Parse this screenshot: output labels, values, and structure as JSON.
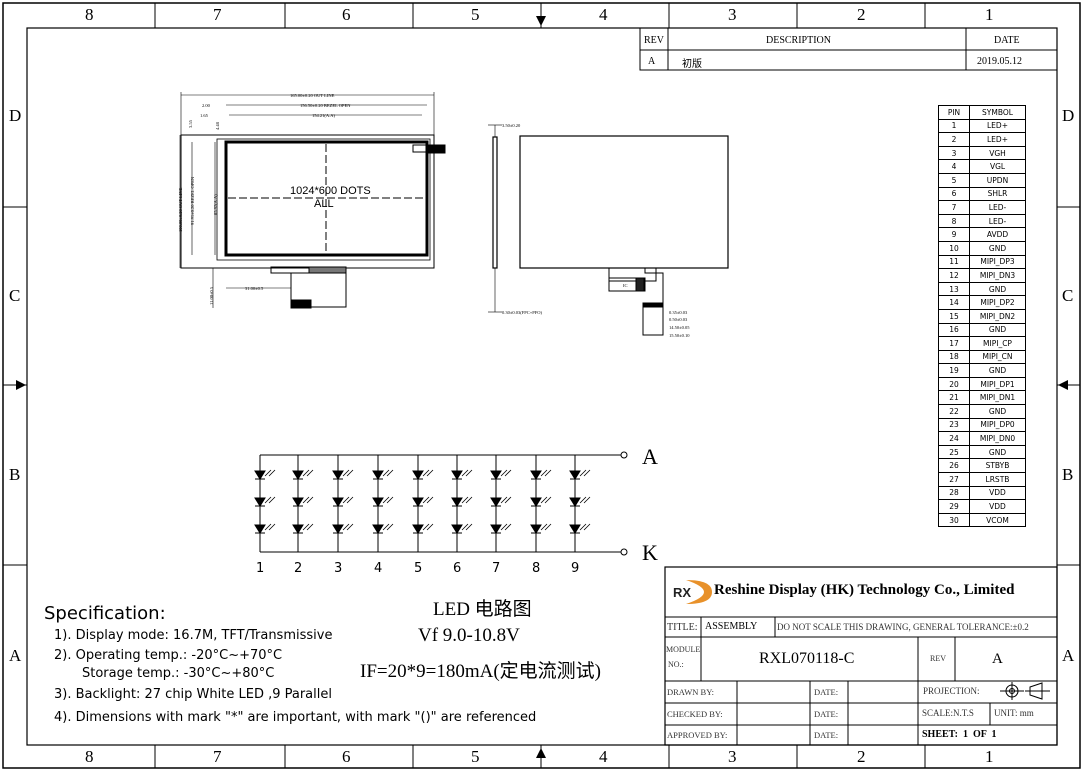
{
  "zones": {
    "columns": [
      "8",
      "7",
      "6",
      "5",
      "4",
      "3",
      "2",
      "1"
    ],
    "rows": [
      "D",
      "C",
      "B",
      "A"
    ]
  },
  "revision": {
    "headers": [
      "REV",
      "DESCRIPTION",
      "DATE"
    ],
    "rows": [
      {
        "rev": "A",
        "description": "初版",
        "date": "2019.05.12"
      }
    ]
  },
  "front_view": {
    "label1": "1024*600 DOTS",
    "label2": "ALL",
    "dims": [
      "165.00±0.20 OUT LINE",
      "156.50±0.20 BEZEL OPEN",
      "154.21(A.A)",
      "2.00",
      "1.65",
      "3.55",
      "4.48",
      "100.00±0.20 OUT LINE",
      "91.91±0.20 BEZEL OPEN",
      "85.92(A.A)",
      "31.00±0.5",
      "11.00±0.5"
    ]
  },
  "side_view": {
    "dims": [
      "3.50±0.20",
      "0.30±0.03(FPC+PFO)"
    ]
  },
  "rear_view": {
    "ic_label": "IC",
    "dims": [
      "0.35±0.03",
      "0.50±0.03",
      "14.50±0.05",
      "15.50±0.10"
    ]
  },
  "pin_table": {
    "headers": [
      "PIN",
      "SYMBOL"
    ],
    "rows": [
      [
        "1",
        "LED+"
      ],
      [
        "2",
        "LED+"
      ],
      [
        "3",
        "VGH"
      ],
      [
        "4",
        "VGL"
      ],
      [
        "5",
        "UPDN"
      ],
      [
        "6",
        "SHLR"
      ],
      [
        "7",
        "LED-"
      ],
      [
        "8",
        "LED-"
      ],
      [
        "9",
        "AVDD"
      ],
      [
        "10",
        "GND"
      ],
      [
        "11",
        "MIPI_DP3"
      ],
      [
        "12",
        "MIPI_DN3"
      ],
      [
        "13",
        "GND"
      ],
      [
        "14",
        "MIPI_DP2"
      ],
      [
        "15",
        "MIPI_DN2"
      ],
      [
        "16",
        "GND"
      ],
      [
        "17",
        "MIPI_CP"
      ],
      [
        "18",
        "MIPI_CN"
      ],
      [
        "19",
        "GND"
      ],
      [
        "20",
        "MIPI_DP1"
      ],
      [
        "21",
        "MIPI_DN1"
      ],
      [
        "22",
        "GND"
      ],
      [
        "23",
        "MIPI_DP0"
      ],
      [
        "24",
        "MIPI_DN0"
      ],
      [
        "25",
        "GND"
      ],
      [
        "26",
        "STBYB"
      ],
      [
        "27",
        "LRSTB"
      ],
      [
        "28",
        "VDD"
      ],
      [
        "29",
        "VDD"
      ],
      [
        "30",
        "VCOM"
      ]
    ]
  },
  "led_circuit": {
    "anode": "A",
    "cathode": "K",
    "strings": [
      "1",
      "2",
      "3",
      "4",
      "5",
      "6",
      "7",
      "8",
      "9"
    ],
    "title": "LED 电路图",
    "vf": "Vf 9.0-10.8V",
    "if": "IF=20*9=180mA(定电流测试)"
  },
  "specification": {
    "title": "Specification:",
    "lines": [
      "1). Display mode: 16.7M, TFT/Transmissive",
      "2). Operating temp.: -20°C~+70°C",
      "Storage temp.: -30°C~+80°C",
      "3). Backlight: 27 chip White LED ,9 Parallel",
      "4). Dimensions with mark \"*\" are important, with mark \"()\" are referenced"
    ]
  },
  "title_block": {
    "logo": "RX",
    "company": "Reshine Display (HK) Technology Co., Limited",
    "title_label": "TITLE:",
    "title_value": "ASSEMBLY",
    "note": "DO NOT SCALE THIS DRAWING, GENERAL TOLERANCE:±0.2",
    "module_label1": "MODULE",
    "module_label2": "NO.:",
    "module_no": "RXL070118-C",
    "rev_label": "REV",
    "rev_value": "A",
    "drawn_by": "DRAWN BY:",
    "checked_by": "CHECKED BY:",
    "approved_by": "APPROVED BY:",
    "date": "DATE:",
    "projection": "PROJECTION:",
    "scale": "SCALE:N.T.S",
    "unit": "UNIT: mm",
    "sheet": "SHEET:  1  OF  1"
  },
  "colors": {
    "logo_orange": "#e8912a",
    "line": "#000000"
  }
}
